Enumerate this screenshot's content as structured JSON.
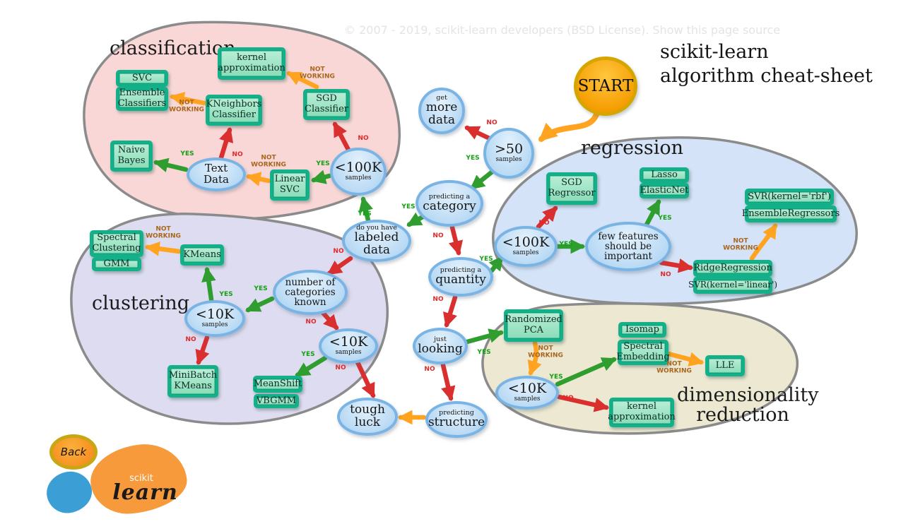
{
  "page": {
    "copyright": "© 2007 - 2019, scikit-learn developers (BSD License). Show this page source",
    "title": [
      "scikit-learn",
      "algorithm cheat-sheet"
    ]
  },
  "regions": {
    "classification": "classification",
    "regression": "regression",
    "clustering": "clustering",
    "dimensionality_reduction": "dimensionality reduction"
  },
  "labels": {
    "yes": "YES",
    "no": "NO",
    "not_working": "NOT WORKING"
  },
  "decisions": {
    "start": {
      "main": "START"
    },
    "more_data": {
      "small": "get",
      "main": "more data"
    },
    "gt50": {
      "main": ">50",
      "sub": "samples"
    },
    "category": {
      "small": "predicting a",
      "main": "category"
    },
    "labeled": {
      "small": "do you have",
      "main": "labeled data"
    },
    "quantity": {
      "small": "predicting a",
      "main": "quantity"
    },
    "lt100k_classification": {
      "main": "<100K",
      "sub": "samples"
    },
    "text_data": {
      "main": "Text Data"
    },
    "lt100k_regression": {
      "main": "<100K",
      "sub": "samples"
    },
    "few_features": {
      "main": "few features should be important"
    },
    "number_categories": {
      "main": "number of categories known"
    },
    "lt10k_clustering_a": {
      "main": "<10K",
      "sub": "samples"
    },
    "lt10k_clustering_b": {
      "main": "<10K",
      "sub": "samples"
    },
    "just_looking": {
      "small": "just",
      "main": "looking"
    },
    "tough_luck": {
      "main": "tough luck"
    },
    "structure": {
      "small": "predicting",
      "main": "structure"
    },
    "lt10k_dimred": {
      "main": "<10K",
      "sub": "samples"
    }
  },
  "estimators": {
    "svc": "SVC",
    "ensemble_classifiers": "Ensemble Classifiers",
    "kneighbors_classifier": "KNeighbors Classifier",
    "kernel_approximation_classification": "kernel approximation",
    "sgd_classifier": "SGD Classifier",
    "naive_bayes": "Naive Bayes",
    "linear_svc": "Linear SVC",
    "sgd_regressor": "SGD Regressor",
    "lasso": "Lasso",
    "elasticnet": "ElasticNet",
    "svr_rbf": "SVR(kernel='rbf')",
    "ensemble_regressors": "EnsembleRegressors",
    "ridge_regression": "RidgeRegression",
    "svr_linear": "SVR(kernel='linear')",
    "spectral_clustering": "Spectral Clustering",
    "gmm": "GMM",
    "kmeans": "KMeans",
    "minibatch_kmeans": "MiniBatch KMeans",
    "meanshift": "MeanShift",
    "vbgmm": "VBGMM",
    "randomized_pca": "Randomized PCA",
    "isomap": "Isomap",
    "spectral_embedding": "Spectral Embedding",
    "lle": "LLE",
    "kernel_approximation_dimred": "kernel approximation"
  },
  "logo": {
    "back": "Back",
    "scikit": "scikit",
    "learn": "learn"
  },
  "colors": {
    "region_border": "#8b8b8b",
    "classification_fill": "#f9d7d6",
    "regression_fill": "#d4e3f7",
    "clustering_fill": "#dedcf0",
    "dimensionality_fill": "#ece8d1",
    "node_border": "#79b4e4",
    "node_fill": "#bcdbf5",
    "box_border": "#14b089",
    "box_fill": "#9be0c2",
    "arrow_yes": "#2f9e2f",
    "arrow_no": "#da2f2f",
    "arrow_not_working": "#ffa320",
    "start_fill": "#f7a416",
    "start_border": "#d7a500",
    "logo_orange": "#f79a3c",
    "logo_blue": "#3b9fd6"
  }
}
